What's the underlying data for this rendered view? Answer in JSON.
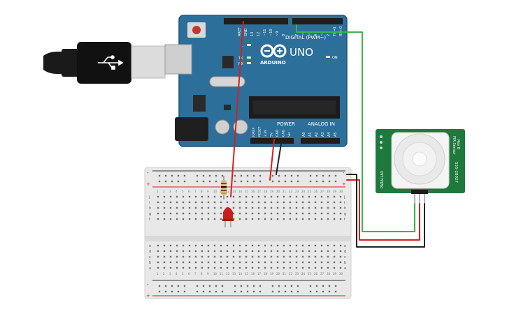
{
  "arduino": {
    "logo_text": "UNO",
    "brand_text": "ARDUINO",
    "digital_label": "DIGITAL (PWM~)",
    "power_label": "POWER",
    "analog_label": "ANALOG IN",
    "led_labels": {
      "l": "L",
      "tx": "TX",
      "rx": "RX",
      "on": "ON"
    },
    "top_header_pins": [
      "AREF",
      "GND",
      "13",
      "12",
      "~11",
      "~10",
      "~9",
      "8"
    ],
    "top_header_pins2": [
      "7",
      "~6",
      "~5",
      "4",
      "~3",
      "2",
      "TX→1",
      "RX←0"
    ],
    "power_pins": [
      "IOREF",
      "RESET",
      "3.3V",
      "5V",
      "GND",
      "GND",
      "Vin"
    ],
    "analog_pins": [
      "A0",
      "A1",
      "A2",
      "A3",
      "A4",
      "A5"
    ]
  },
  "pir_sensor": {
    "brand": "PARALLAX",
    "title": "PIR Sensor",
    "rev": "Rev B",
    "part_number": "555-28027"
  },
  "breadboard": {
    "rail_plus": "+",
    "rail_minus": "-",
    "row_letters_top": [
      "j",
      "i",
      "h",
      "g",
      "f"
    ],
    "row_letters_bottom": [
      "e",
      "d",
      "c",
      "b",
      "a"
    ],
    "column_count": 30
  },
  "colors": {
    "arduino_board": "#2c6f9a",
    "breadboard": "#e8e8e8",
    "pir_board": "#1e7a3c",
    "wire_red": "#d42020",
    "wire_black": "#222222",
    "wire_green": "#3ab54a",
    "led": "#c81e1e",
    "usb_cable": "#1a1a1a"
  }
}
